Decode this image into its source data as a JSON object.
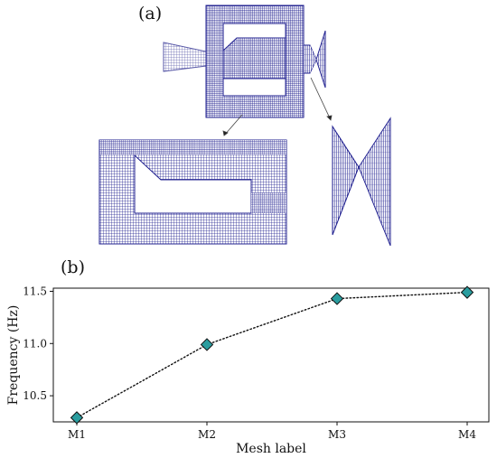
{
  "panels": {
    "top_label": "(a)",
    "bottom_label": "(b)"
  },
  "colors": {
    "mesh": "#1f1f8f",
    "mesh_light": "#5a5aa8",
    "marker_fill": "#2a9d9f",
    "marker_edge": "#111111",
    "line": "#111111"
  },
  "chart_data": {
    "type": "line",
    "categories": [
      "M1",
      "M2",
      "M3",
      "M4"
    ],
    "values": [
      10.29,
      10.99,
      11.43,
      11.49
    ],
    "xlabel": "Mesh label",
    "ylabel": "Frequency (Hz)",
    "ylim": [
      10.25,
      11.53
    ],
    "yticks": [
      10.5,
      11.0,
      11.5
    ],
    "ytick_labels": [
      "10.5",
      "11.0",
      "11.5"
    ],
    "line_style": "dotted",
    "marker": "diamond",
    "grid": false
  }
}
